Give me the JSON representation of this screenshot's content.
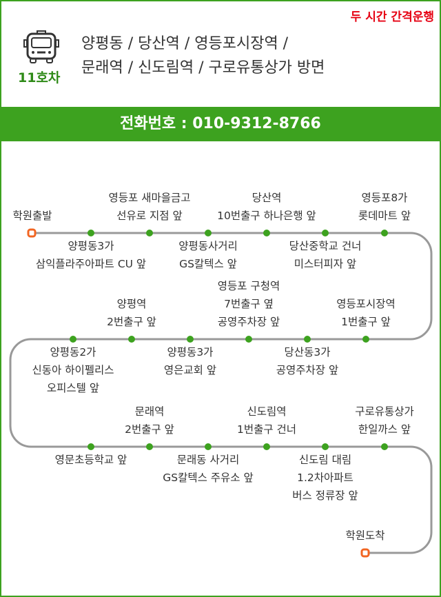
{
  "notice": "두 시간 간격운행",
  "bus_number": "11호차",
  "route_lines": [
    "양평동 / 당산역 / 영등포시장역 /",
    "문래역 / 신도림역 / 구로유통상가 방면"
  ],
  "phone": "전화번호 : 010-9312-8766",
  "colors": {
    "green": "#3da21f",
    "red": "#e60012",
    "orange": "#f26522",
    "line": "#999999"
  },
  "start": "학원출발",
  "end": "학원도착",
  "stops": [
    {
      "lines": [
        "양평동3가",
        "삼익플라주아파트 CU 앞"
      ]
    },
    {
      "lines": [
        "영등포 새마을금고",
        "선유로 지점 앞"
      ]
    },
    {
      "lines": [
        "양평동사거리",
        "GS칼텍스 앞"
      ]
    },
    {
      "lines": [
        "당산역",
        "10번출구 하나은행 앞"
      ]
    },
    {
      "lines": [
        "당산중학교 건너",
        "미스터피자 앞"
      ]
    },
    {
      "lines": [
        "영등포8가",
        "롯데마트 앞"
      ]
    },
    {
      "lines": [
        "영등포시장역",
        "1번출구 앞"
      ]
    },
    {
      "lines": [
        "당산동3가",
        "공영주차장 앞"
      ]
    },
    {
      "lines": [
        "영등포 구청역",
        "7번출구 옆",
        "공영주차장 앞"
      ]
    },
    {
      "lines": [
        "양평동3가",
        "영은교회 앞"
      ]
    },
    {
      "lines": [
        "양평역",
        "2번출구 앞"
      ]
    },
    {
      "lines": [
        "양평동2가",
        "신동아 하이펠리스",
        "오피스텔 앞"
      ]
    },
    {
      "lines": [
        "영문초등학교 앞"
      ]
    },
    {
      "lines": [
        "문래역",
        "2번출구 앞"
      ]
    },
    {
      "lines": [
        "문래동 사거리",
        "GS칼텍스 주유소 앞"
      ]
    },
    {
      "lines": [
        "신도림역",
        "1번출구 건너"
      ]
    },
    {
      "lines": [
        "신도림 대림",
        "1.2차아파트",
        "버스 정류장 앞"
      ]
    },
    {
      "lines": [
        "구로유통상가",
        "한일까스 앞"
      ]
    }
  ]
}
